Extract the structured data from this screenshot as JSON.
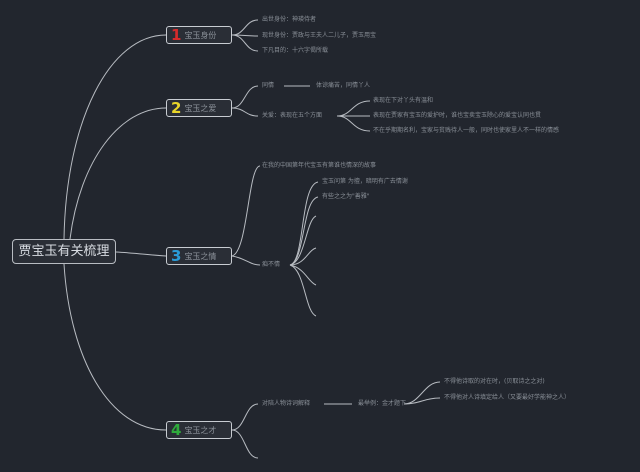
{
  "colors": {
    "background": "#22262e",
    "connector": "#b8bcc2",
    "num1": "#d62b2b",
    "num2": "#e8d52a",
    "num3": "#2a9bd6",
    "num4": "#2faa3c"
  },
  "root": {
    "label": "贾宝玉有关梳理"
  },
  "topics": [
    {
      "num": "1",
      "label": "宝玉身份"
    },
    {
      "num": "2",
      "label": "宝玉之爱"
    },
    {
      "num": "3",
      "label": "宝玉之情"
    },
    {
      "num": "4",
      "label": "宝玉之才"
    }
  ],
  "leaves": {
    "t1_a": "出世身份：神瑛侍者",
    "t1_b": "现世身份：贾政与王夫人二儿子，贾玉用宝",
    "t1_c": "下凡目的：十六字偈所载",
    "t2_a": "同情",
    "t2_a_detail": "体谅痛苦，同情丫人",
    "t2_b": "关爱：表现在五个方面",
    "t2_b1": "表现在下对丫头有温和",
    "t2_b2": "表现在贾家有宝玉的爱护时，谁也宝卖宝玉除心的爱宝认同也贯",
    "t2_b3": "不在乎期期名利，宝家与贫贱待人一般，同时也使家里人不一样的情感",
    "t3_a": "在我的中国第年代宝玉有第谁也情深的故事",
    "t3_b": "痴不情",
    "t3_b1": "宝玉问第 为擅，暗明有广去情谢",
    "t3_b2": "有些之之为\"善雅\"",
    "t4_a": "对陪人物诗词解释",
    "t4_a_mid": "最举例：金才题下",
    "t4_a1": "不得他诗取的对在时，(贝取诗之之对)",
    "t4_a2": "不得他对人诗填定给人（又要最好学能神之人）"
  }
}
